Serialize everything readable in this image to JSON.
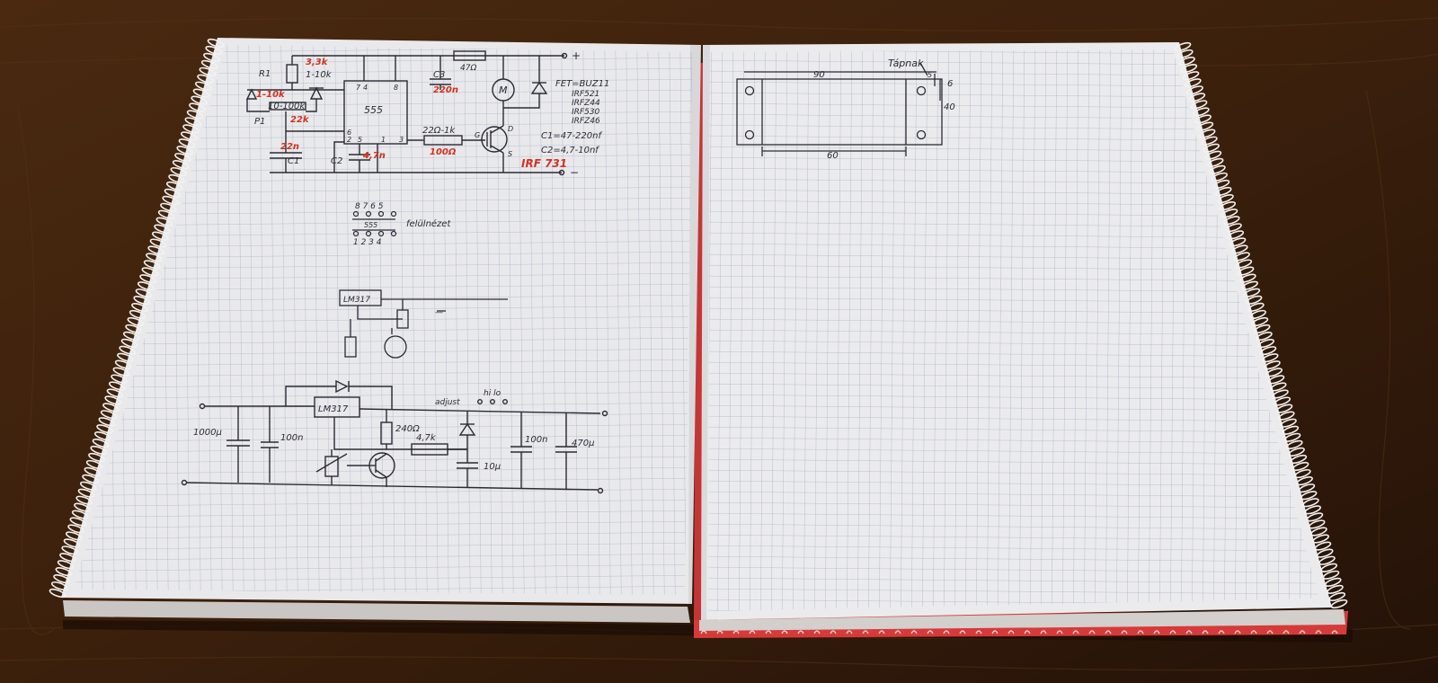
{
  "photo": {
    "subject": "open spiral graph-paper notebook with hand-drawn electronics schematics on a wooden table",
    "colors": {
      "table": "#3b200c",
      "paper": "#e9e9ec",
      "grid": "#a9b3c9",
      "ink": "#2b2a33",
      "red_ink": "#d2321e",
      "cover": "#d63a3a"
    }
  },
  "left_page": {
    "top_schematic": {
      "ic": "555",
      "ic_pins": [
        "7",
        "4",
        "8",
        "6",
        "5",
        "3",
        "2",
        "1"
      ],
      "labels": {
        "r1": "R1",
        "p1": "P1",
        "r1_value": "3,3k",
        "r1_range": "1-10k",
        "p1_value": "1-10k",
        "p1_range": "10-100k",
        "p1_alt": "22k",
        "c1": "C1",
        "c1_value": "22n",
        "c2": "C2",
        "c2_value": "4,7n",
        "c3": "C3",
        "c3_value": "220n",
        "r_top": "47Ω",
        "motor": "M",
        "gate_res": "22Ω-1k",
        "gate_res_alt": "100Ω",
        "gate": "G",
        "drain": "D",
        "source": "S",
        "plus": "+",
        "minus": "−"
      },
      "fet_list": [
        "FET=BUZ11",
        "IRF521",
        "IRFZ44",
        "IRF530",
        "IRFZ46"
      ],
      "c1_range": "C1=47-220nf",
      "c2_range": "C2=4,7-10nf",
      "chosen_fet": "IRF 731"
    },
    "pinout": {
      "top_pins": "8 7 6 5",
      "ic": "555",
      "bottom_pins": "1 2 3 4",
      "note": "felülnézet"
    },
    "lm317_sketch": {
      "ic": "LM317",
      "mark": "—"
    },
    "regulator": {
      "ic": "LM317",
      "cap_in_big": "1000μ",
      "cap_in_small": "100n",
      "r_240": "240Ω",
      "r_47k": "4,7k",
      "adjust": "adjust",
      "switch": "hi lo",
      "cap_10u": "10μ",
      "cap_out_small": "100n",
      "cap_out_big": "470μ"
    }
  },
  "right_page": {
    "drawing": {
      "label": "Tápnak",
      "dim_width": "90",
      "dim_length": "60",
      "dim_height": "40",
      "dim_hole": "6",
      "dim_small": "5"
    }
  }
}
